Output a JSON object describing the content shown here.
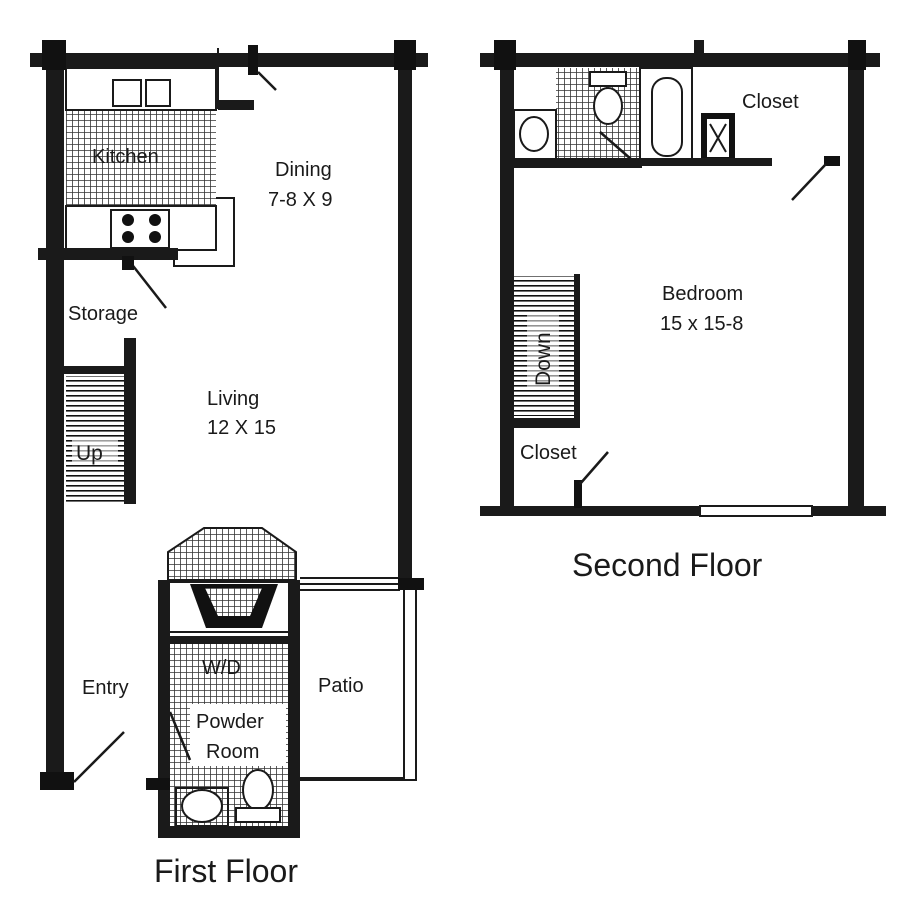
{
  "first_floor": {
    "title": "First Floor",
    "rooms": {
      "kitchen": "Kitchen",
      "dining_name": "Dining",
      "dining_size": "7-8 X 9",
      "storage": "Storage",
      "living_name": "Living",
      "living_size": "12 X 15",
      "stairs_up": "Up",
      "wd": "W/D",
      "powder_line1": "Powder",
      "powder_line2": "Room",
      "patio": "Patio",
      "entry": "Entry"
    }
  },
  "second_floor": {
    "title": "Second Floor",
    "rooms": {
      "closet_top": "Closet",
      "bedroom_name": "Bedroom",
      "bedroom_size": "15 x 15-8",
      "stairs_down": "Down",
      "closet_bottom": "Closet"
    }
  }
}
